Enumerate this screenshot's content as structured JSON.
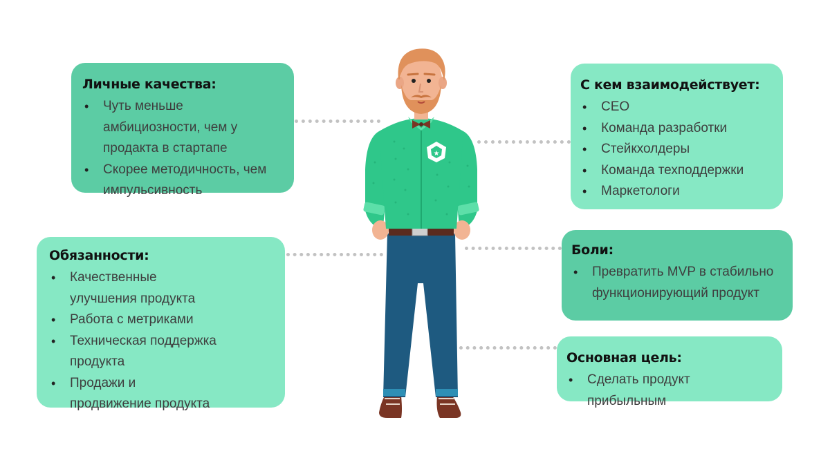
{
  "cards": {
    "personal": {
      "title": "Личные качества:",
      "items": [
        "Чуть меньше амбициозности, чем у продакта в стартапе",
        "Скорее методичность, чем импульсивность"
      ]
    },
    "interacts": {
      "title": "С кем взаимодействует:",
      "items": [
        "CEO",
        "Команда разработки",
        "Стейкхолдеры",
        "Команда техподдержки",
        "Маркетологи"
      ]
    },
    "duties": {
      "title": "Обязанности:",
      "items": [
        "Качественные улучшения продукта",
        "Работа с метриками",
        "Техническая поддержка продукта",
        "Продажи и продвижение продукта"
      ]
    },
    "pains": {
      "title": "Боли:",
      "items": [
        "Превратить MVP в стабильно функционирующий продукт"
      ]
    },
    "goal": {
      "title": "Основная цель:",
      "items": [
        "Сделать продукт прибыльным"
      ]
    }
  },
  "colors": {
    "card_light": "#86e8c4",
    "card_dark": "#5ccca4",
    "shirt": "#2fc78a",
    "jeans": "#1e5a80",
    "hair": "#e0915b",
    "shoes": "#7a3524"
  }
}
